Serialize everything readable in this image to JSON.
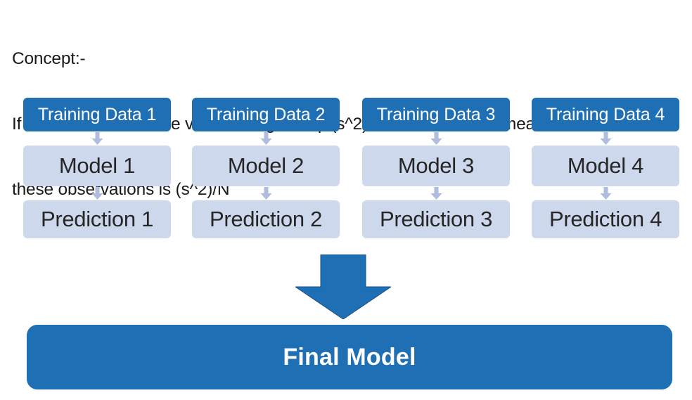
{
  "concept": {
    "heading": "Concept:-",
    "line1": "If N observations have variance sigma sq. (s^2), then variance of mean of",
    "line2": "these observations is (s^2)/N"
  },
  "colors": {
    "primary_blue": "#1F6FB5",
    "light_blue": "#CED8EC",
    "mini_arrow": "#AEBDDE",
    "text_dark": "#262626",
    "text_light": "#FFFFFF"
  },
  "pipelines": [
    {
      "training_label": "Training Data 1",
      "model_label": "Model 1",
      "prediction_label": "Prediction 1"
    },
    {
      "training_label": "Training Data 2",
      "model_label": "Model 2",
      "prediction_label": "Prediction 2"
    },
    {
      "training_label": "Training Data 3",
      "model_label": "Model 3",
      "prediction_label": "Prediction 3"
    },
    {
      "training_label": "Training Data 4",
      "model_label": "Model 4",
      "prediction_label": "Prediction 4"
    }
  ],
  "final": {
    "label": "Final Model"
  },
  "icons": {
    "mini_arrow": "arrow-down-icon",
    "big_arrow": "arrow-down-large-icon"
  }
}
